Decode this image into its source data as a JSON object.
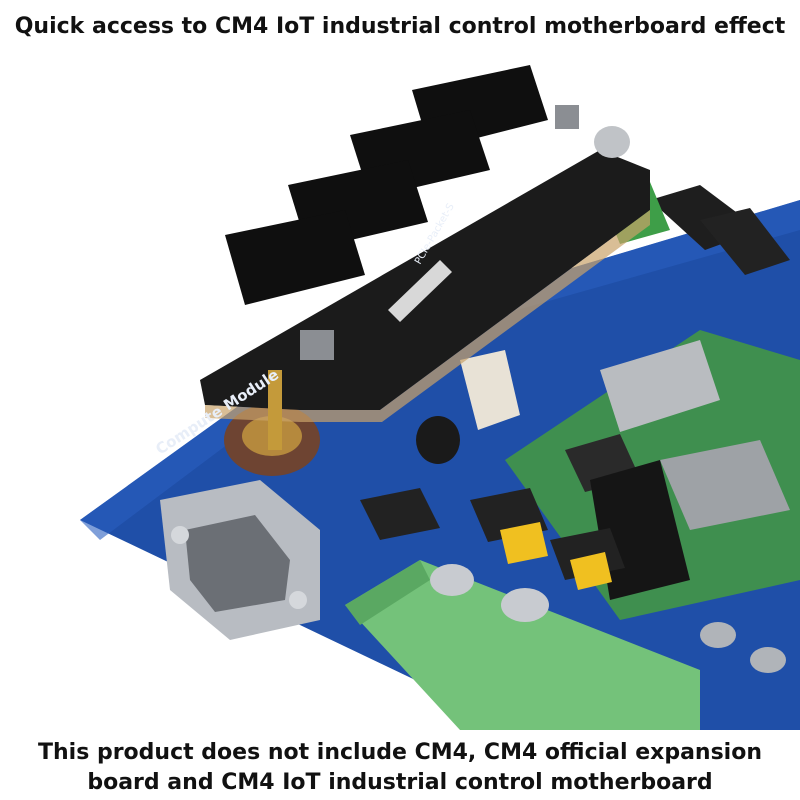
{
  "captions": {
    "top": "Quick access to CM4 IoT industrial control motherboard effect",
    "bottom_line1": "This product does not include CM4, CM4 official expansion",
    "bottom_line2": "board and CM4 IoT industrial control motherboard"
  },
  "board_labels": {
    "compute_module": "Compute Module",
    "pcie_adapter": "PCIe-Packet-S"
  },
  "colors": {
    "board_blue": "#1f4fa8",
    "adapter_black": "#1b1b1b",
    "cm4_green": "#3f8f4f",
    "terminal_green": "#74c27a"
  }
}
